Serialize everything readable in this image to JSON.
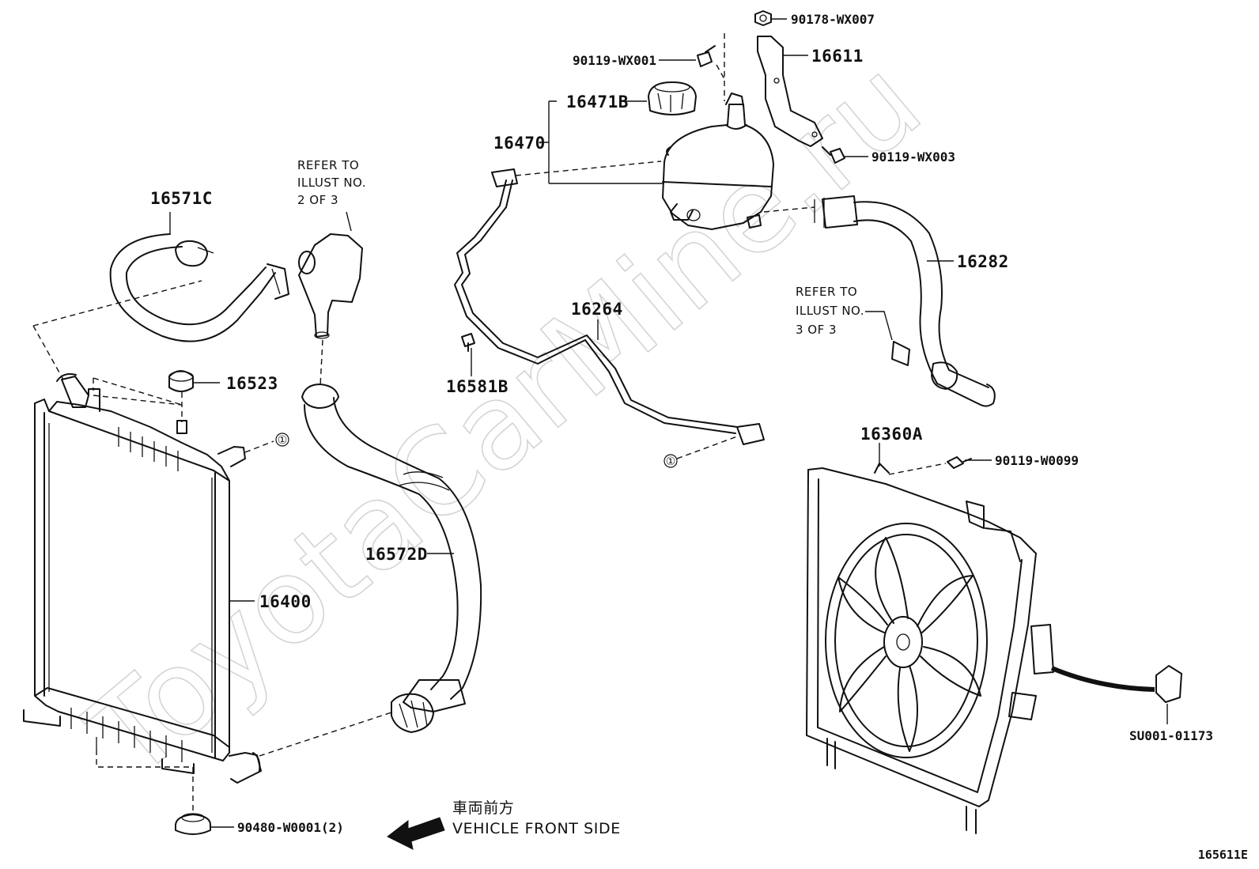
{
  "watermark": "ToyotaCarMine.ru",
  "labels": {
    "p16571C": "16571C",
    "p16523": "16523",
    "p16400": "16400",
    "p16572D": "16572D",
    "p90480": "90480-W0001(2)",
    "p90119_wx001": "90119-WX001",
    "p16471B": "16471B",
    "p16470": "16470",
    "p90178": "90178-WX007",
    "p16611": "16611",
    "p90119_wx003": "90119-WX003",
    "p16282": "16282",
    "p16264": "16264",
    "p16581B": "16581B",
    "p16360A": "16360A",
    "p90119_w0099": "90119-W0099",
    "pSU001": "SU001-01173"
  },
  "notes": {
    "refer2": [
      "REFER TO",
      "ILLUST NO.",
      "2 OF 3"
    ],
    "refer3": [
      "REFER TO",
      "ILLUST NO.",
      "3 OF 3"
    ]
  },
  "ref_marker": "①",
  "direction": {
    "jp": "車両前方",
    "en": "VEHICLE FRONT SIDE"
  },
  "illustration_code": "165611E"
}
